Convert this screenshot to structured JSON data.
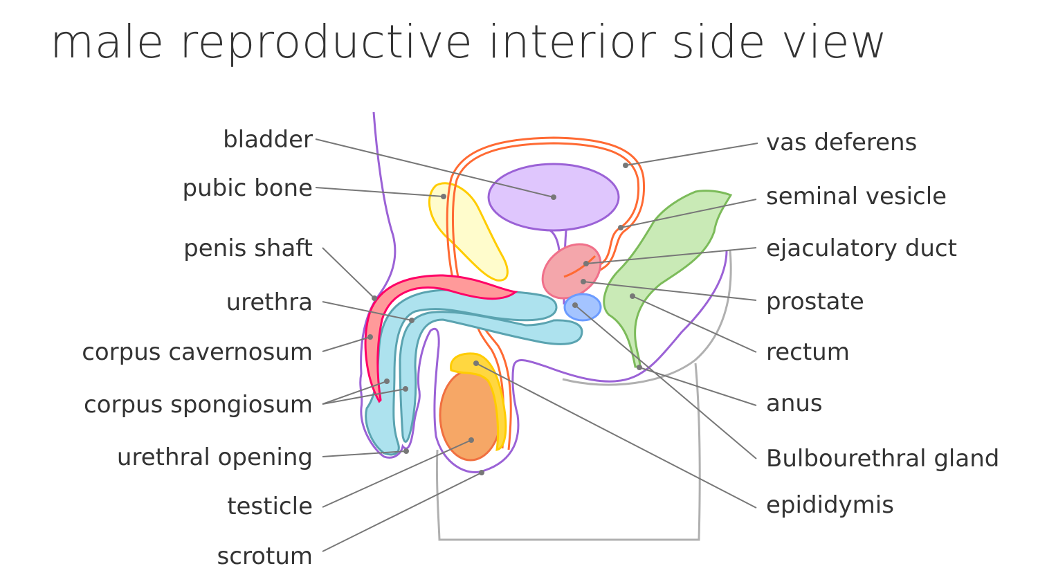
{
  "title": "male reproductive interior side view",
  "labels_left": {
    "bladder": "bladder",
    "pubic_bone": "pubic bone",
    "penis_shaft": "penis shaft",
    "urethra": "urethra",
    "corpus_cavernosum": "corpus cavernosum",
    "corpus_spongiosum": "corpus spongiosum",
    "urethral_opening": "urethral opening",
    "testicle": "testicle",
    "scrotum": "scrotum"
  },
  "labels_right": {
    "vas_deferens": "vas deferens",
    "seminal_vesicle": "seminal vesicle",
    "ejaculatory_duct": "ejaculatory duct",
    "prostate": "prostate",
    "rectum": "rectum",
    "anus": "anus",
    "bulbourethral_gland": "Bulbourethral gland",
    "epididymis": "epididymis"
  },
  "colors": {
    "bladder": "#dfc6fd",
    "body_outline": "#9b62d6",
    "pubic_bone": "#fffccc",
    "vas_deferens": "#ff6a33",
    "prostate": "#f4a6ab",
    "bulbourethral": "#a4c4ff",
    "rectum": "#c9eab6",
    "corpus_cavernosum": "#ff9a9a",
    "corpus_spongiosum": "#ade2ee",
    "testicle": "#f6a766",
    "epididymis": "#ffd740",
    "leader": "#777777",
    "legs": "#b0b0b0"
  }
}
